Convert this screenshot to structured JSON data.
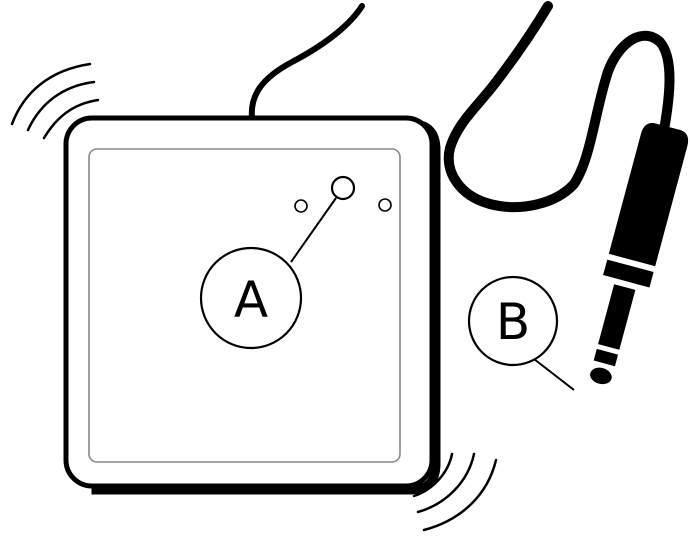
{
  "diagram": {
    "callouts": {
      "a": {
        "letter": "A",
        "target": "indicator-light"
      },
      "b": {
        "letter": "B",
        "target": "audio-jack-plug"
      }
    },
    "components": {
      "device": "square-sensor-device",
      "cable": "audio-cable",
      "plug": "audio-jack-plug"
    },
    "colors": {
      "ink": "#000000",
      "paper": "#ffffff",
      "inner_outline": "#888888"
    }
  }
}
